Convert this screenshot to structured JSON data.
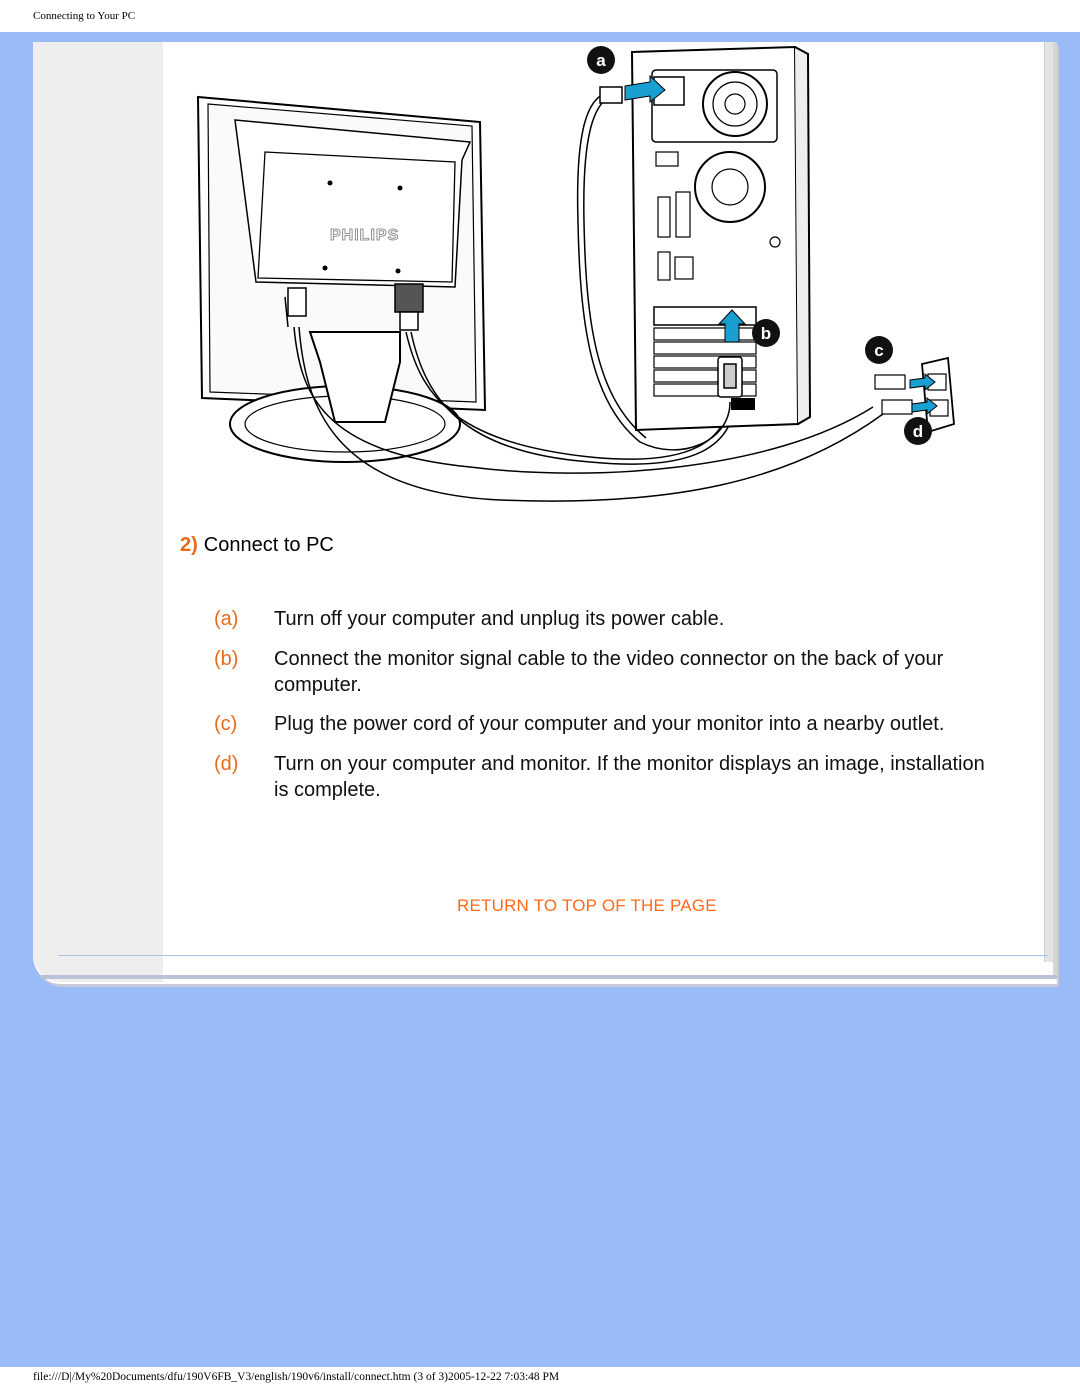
{
  "header": {
    "title": "Connecting to Your PC"
  },
  "diagram": {
    "logo_text": "PHILIPS",
    "callouts": [
      "a",
      "b",
      "c",
      "d"
    ],
    "accent_color": "#1a9fd1"
  },
  "section": {
    "number": "2)",
    "title": "Connect to PC"
  },
  "steps": [
    {
      "marker": "(a)",
      "text": "Turn off your computer and unplug its power cable."
    },
    {
      "marker": "(b)",
      "text": "Connect the monitor signal cable to the video connector on the back of your computer."
    },
    {
      "marker": "(c)",
      "text": "Plug the power cord of your computer and your monitor into a nearby outlet."
    },
    {
      "marker": "(d)",
      "text": "Turn on your computer and monitor. If the monitor displays an image, installation is complete."
    }
  ],
  "return_link": "RETURN TO TOP OF THE PAGE",
  "footer": {
    "path": "file:///D|/My%20Documents/dfu/190V6FB_V3/english/190v6/install/connect.htm (3 of 3)2005-12-22 7:03:48 PM"
  },
  "colors": {
    "background": "#99bbf8",
    "accent": "#e86b1a",
    "link": "#ff6a1a"
  }
}
